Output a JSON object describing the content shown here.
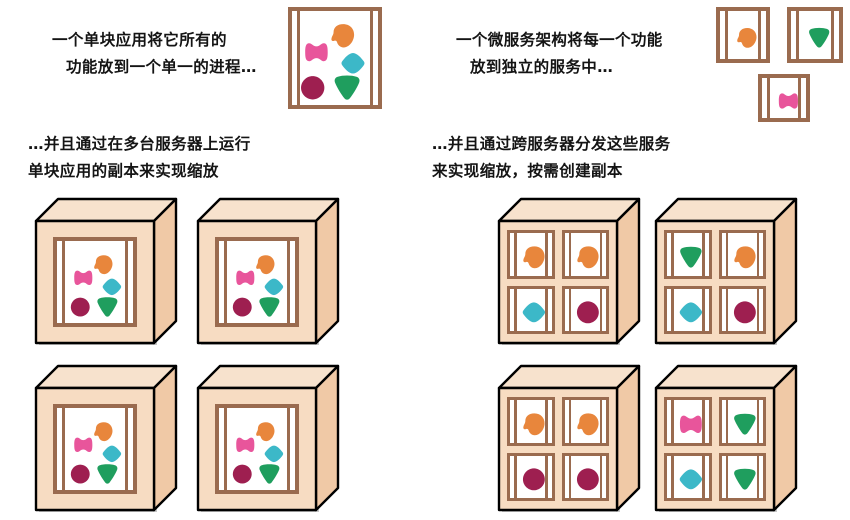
{
  "captions": {
    "monolith_intro": {
      "line1": "一个单块应用将它所有的",
      "line2": "功能放到一个单一的进程…"
    },
    "microservice_intro": {
      "line1": "一个微服务架构将每一个功能",
      "line2": "放到独立的服务中…"
    },
    "monolith_scale": {
      "line1": "…并且通过在多台服务器上运行",
      "line2": "单块应用的副本来实现缩放"
    },
    "microservice_scale": {
      "line1": "…并且通过跨服务器分发这些服务",
      "line2": "来实现缩放，按需创建副本"
    }
  },
  "palette": {
    "orange": "#E8863C",
    "pink": "#E8559B",
    "teal": "#3CB8C8",
    "maroon": "#9E1F50",
    "green": "#1F9E5E",
    "frame_brown": "#9A6B4F",
    "box_face": "#F7DCC2",
    "box_top": "#F7E2CD",
    "box_side": "#F0C9A6",
    "outline": "#000000",
    "panel_white": "#FFFFFF",
    "text": "#141414"
  },
  "shape_names": {
    "orange": "orange-blob-shape",
    "pink": "pink-bowtie-shape",
    "teal": "teal-diamond-shape",
    "maroon": "maroon-circle-shape",
    "green": "green-triangle-shape"
  },
  "monolith_card": {
    "label": "monolith-application-card",
    "shapes": [
      "pink",
      "orange",
      "teal",
      "maroon",
      "green"
    ]
  },
  "service_cards": [
    {
      "label": "service-card-orange",
      "shape": "orange"
    },
    {
      "label": "service-card-green",
      "shape": "green"
    },
    {
      "label": "service-card-pink",
      "shape": "pink"
    }
  ],
  "monolith_servers": [
    {
      "label": "monolith-server-1",
      "shapes": [
        "pink",
        "orange",
        "teal",
        "maroon",
        "green"
      ]
    },
    {
      "label": "monolith-server-2",
      "shapes": [
        "pink",
        "orange",
        "teal",
        "maroon",
        "green"
      ]
    },
    {
      "label": "monolith-server-3",
      "shapes": [
        "pink",
        "orange",
        "teal",
        "maroon",
        "green"
      ]
    },
    {
      "label": "monolith-server-4",
      "shapes": [
        "pink",
        "orange",
        "teal",
        "maroon",
        "green"
      ]
    }
  ],
  "microservice_servers": [
    {
      "label": "microservice-server-1",
      "cells": [
        "orange",
        "orange",
        "teal",
        "maroon"
      ]
    },
    {
      "label": "microservice-server-2",
      "cells": [
        "green",
        "orange",
        "teal",
        "maroon"
      ]
    },
    {
      "label": "microservice-server-3",
      "cells": [
        "orange",
        "orange",
        "maroon",
        "maroon"
      ]
    },
    {
      "label": "microservice-server-4",
      "cells": [
        "pink",
        "green",
        "teal",
        "green"
      ]
    }
  ]
}
